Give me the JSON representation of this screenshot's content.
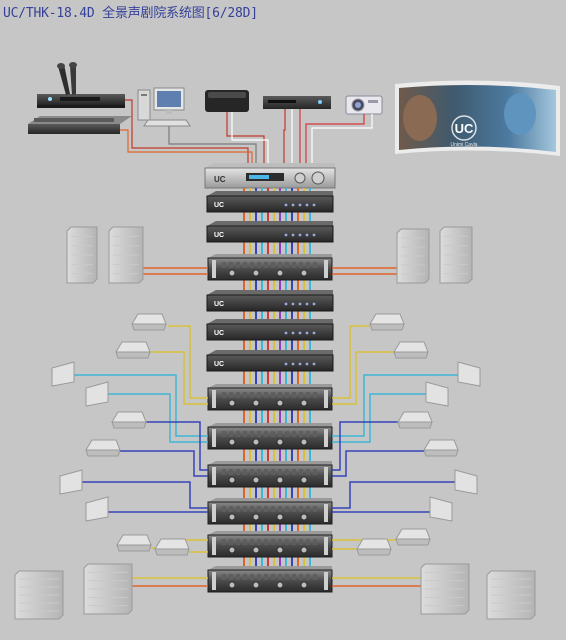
{
  "title": "UC/THK-18.4D 全景声剧院系统图[6/28D]",
  "screen": {
    "logo_text": "UC",
    "logo_subtitle": "Unimi Cavla"
  },
  "rack": {
    "brand_mark": "UC"
  },
  "colors": {
    "background": "#c6c6c6",
    "title": "#36419a",
    "cable_orange": "#e0632a",
    "cable_yellow": "#d9c23a",
    "cable_cyan": "#3fb6d6",
    "cable_blue": "#3743b8",
    "cable_purple": "#8a3fc0",
    "cable_red": "#d4373a",
    "cable_gray": "#8a8a8a"
  }
}
